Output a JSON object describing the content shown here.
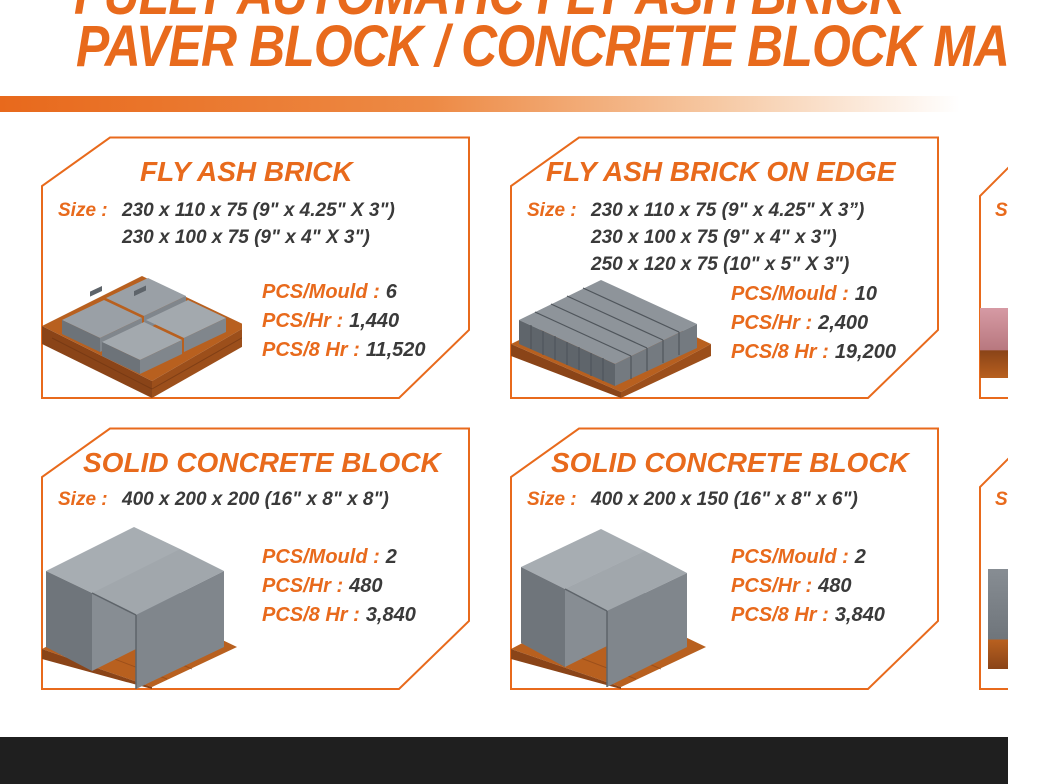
{
  "header": {
    "line1": "FULLY AUTOMATIC FLY ASH BRICK",
    "line2": "PAVER  BLOCK / CONCRETE BLOCK MA"
  },
  "colors": {
    "brand": "#e86a1c",
    "text_dark": "#3a3a3a",
    "footer": "#1f1f1f"
  },
  "cards": [
    {
      "title": "FLY ASH BRICK",
      "size_label": "Size :",
      "sizes": [
        "230 x 110 x 75 (9\" x 4.25\" X 3\")",
        "230 x 100 x 75 (9\" x 4\" X 3\")"
      ],
      "stats": [
        {
          "label": "PCS/Mould :",
          "value": "6"
        },
        {
          "label": "PCS/Hr :",
          "value": "1,440"
        },
        {
          "label": "PCS/8 Hr :",
          "value": "11,520"
        }
      ],
      "illustration": "brick-pallet-icon"
    },
    {
      "title": "FLY ASH BRICK ON EDGE",
      "size_label": "Size :",
      "sizes": [
        "230 x 110 x 75 (9\" x 4.25\" X 3”)",
        "230 x 100 x 75 (9\" x 4\" x 3\")",
        "250 x 120 x 75 (10\" x 5\" X 3\")"
      ],
      "stats": [
        {
          "label": "PCS/Mould :",
          "value": "10"
        },
        {
          "label": "PCS/Hr :",
          "value": "2,400"
        },
        {
          "label": "PCS/8 Hr :",
          "value": "19,200"
        }
      ],
      "illustration": "brick-on-edge-pallet-icon"
    },
    {
      "title": "SOLID CONCRETE BLOCK",
      "size_label": "Size :",
      "sizes": [
        "400 x 200 x 200 (16\" x 8\" x 8\")"
      ],
      "stats": [
        {
          "label": "PCS/Mould :",
          "value": "2"
        },
        {
          "label": "PCS/Hr :",
          "value": "480"
        },
        {
          "label": "PCS/8 Hr :",
          "value": "3,840"
        }
      ],
      "illustration": "concrete-block-pallet-icon"
    },
    {
      "title": "SOLID CONCRETE BLOCK",
      "size_label": "Size :",
      "sizes": [
        "400 x 200 x 150 (16\" x 8\" x 6\")"
      ],
      "stats": [
        {
          "label": "PCS/Mould :",
          "value": "2"
        },
        {
          "label": "PCS/Hr :",
          "value": "480"
        },
        {
          "label": "PCS/8 Hr :",
          "value": "3,840"
        }
      ],
      "illustration": "concrete-block-pallet-icon"
    }
  ],
  "partial_cards": [
    {
      "size_label_fragment": "S"
    },
    {
      "size_label_fragment": "S"
    }
  ]
}
